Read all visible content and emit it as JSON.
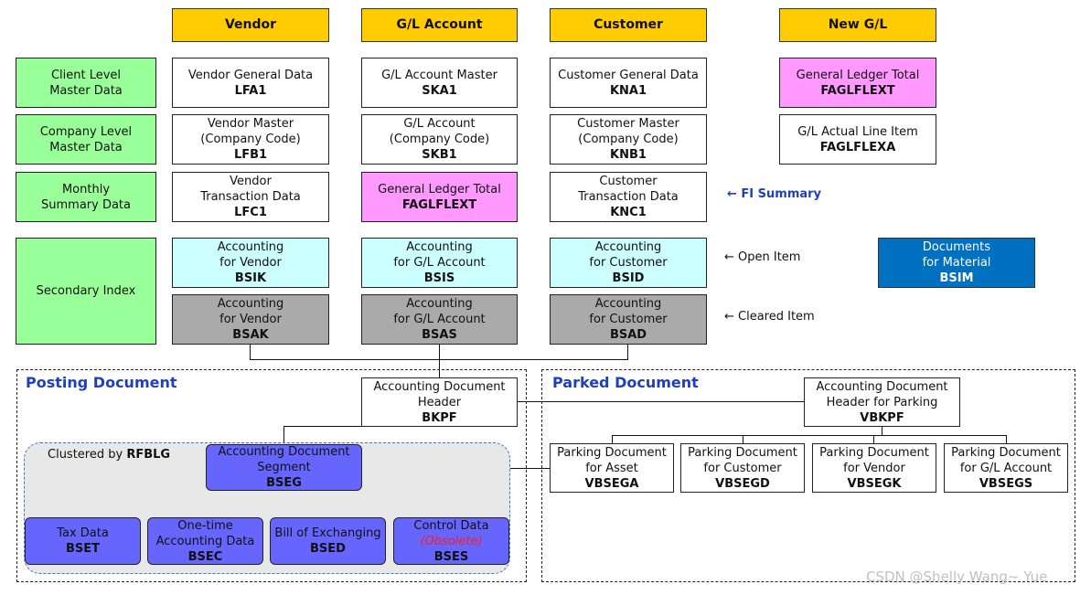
{
  "headers": {
    "vendor": "Vendor",
    "gl_account": "G/L Account",
    "customer": "Customer",
    "new_gl": "New G/L"
  },
  "row_labels": {
    "client": "Client Level\nMaster Data",
    "company": "Company Level\nMaster Data",
    "monthly": "Monthly\nSummary Data",
    "secondary": "Secondary Index"
  },
  "vendor": {
    "general": {
      "text": "Vendor General Data",
      "code": "LFA1"
    },
    "company": {
      "text": "Vendor Master\n(Company Code)",
      "code": "LFB1"
    },
    "transaction": {
      "text": "Vendor\nTransaction Data",
      "code": "LFC1"
    },
    "open": {
      "text": "Accounting\nfor Vendor",
      "code": "BSIK"
    },
    "cleared": {
      "text": "Accounting\nfor Vendor",
      "code": "BSAK"
    }
  },
  "gl": {
    "master": {
      "text": "G/L Account Master",
      "code": "SKA1"
    },
    "company": {
      "text": "G/L Account\n(Company Code)",
      "code": "SKB1"
    },
    "total": {
      "text": "General Ledger Total",
      "code": "FAGLFLEXT"
    },
    "open": {
      "text": "Accounting\nfor G/L Account",
      "code": "BSIS"
    },
    "cleared": {
      "text": "Accounting\nfor G/L Account",
      "code": "BSAS"
    }
  },
  "customer": {
    "general": {
      "text": "Customer General Data",
      "code": "KNA1"
    },
    "company": {
      "text": "Customer Master\n(Company Code)",
      "code": "KNB1"
    },
    "transaction": {
      "text": "Customer\nTransaction Data",
      "code": "KNC1"
    },
    "open": {
      "text": "Accounting\nfor Customer",
      "code": "BSID"
    },
    "cleared": {
      "text": "Accounting\nfor Customer",
      "code": "BSAD"
    }
  },
  "newgl": {
    "total": {
      "text": "General Ledger Total",
      "code": "FAGLFLEXT"
    },
    "line_item": {
      "text": "G/L Actual Line Item",
      "code": "FAGLFLEXA"
    }
  },
  "notes": {
    "fi_summary": "← FI Summary",
    "open_item": "← Open Item",
    "cleared_item": "← Cleared Item"
  },
  "material": {
    "text": "Documents\nfor Material",
    "code": "BSIM"
  },
  "posting": {
    "title": "Posting Document",
    "cluster_label": "Clustered by ",
    "cluster_code": "RFBLG",
    "header": {
      "text": "Accounting Document\nHeader",
      "code": "BKPF"
    },
    "segment": {
      "text": "Accounting Document\nSegment",
      "code": "BSEG"
    },
    "tax": {
      "text": "Tax Data",
      "code": "BSET"
    },
    "onetime": {
      "text": "One-time\nAccounting Data",
      "code": "BSEC"
    },
    "bill": {
      "text": "Bill of Exchanging",
      "code": "BSED"
    },
    "control": {
      "text": "Control Data",
      "obsolete": "(Obsolete)",
      "code": "BSES"
    }
  },
  "parked": {
    "title": "Parked Document",
    "header": {
      "text": "Accounting Document\nHeader for Parking",
      "code": "VBKPF"
    },
    "asset": {
      "text": "Parking Document\nfor Asset",
      "code": "VBSEGA"
    },
    "customer": {
      "text": "Parking Document\nfor Customer",
      "code": "VBSEGD"
    },
    "vendor": {
      "text": "Parking Document\nfor Vendor",
      "code": "VBSEGK"
    },
    "gl": {
      "text": "Parking Document\nfor G/L Account",
      "code": "VBSEGS"
    }
  },
  "watermark": "CSDN @Shelly Wang~ Yue",
  "colors": {
    "header": "#ffcc00",
    "label": "#99ff99",
    "total": "#ff99ff",
    "open_item": "#ccffff",
    "cleared_item": "#aaaaaa",
    "material": "#0070c0",
    "posting_item": "#6666ff",
    "section_title": "#1f3fbf",
    "obsolete": "#ff1a1a"
  },
  "icons": {
    "arrow": "left-arrow-icon"
  }
}
